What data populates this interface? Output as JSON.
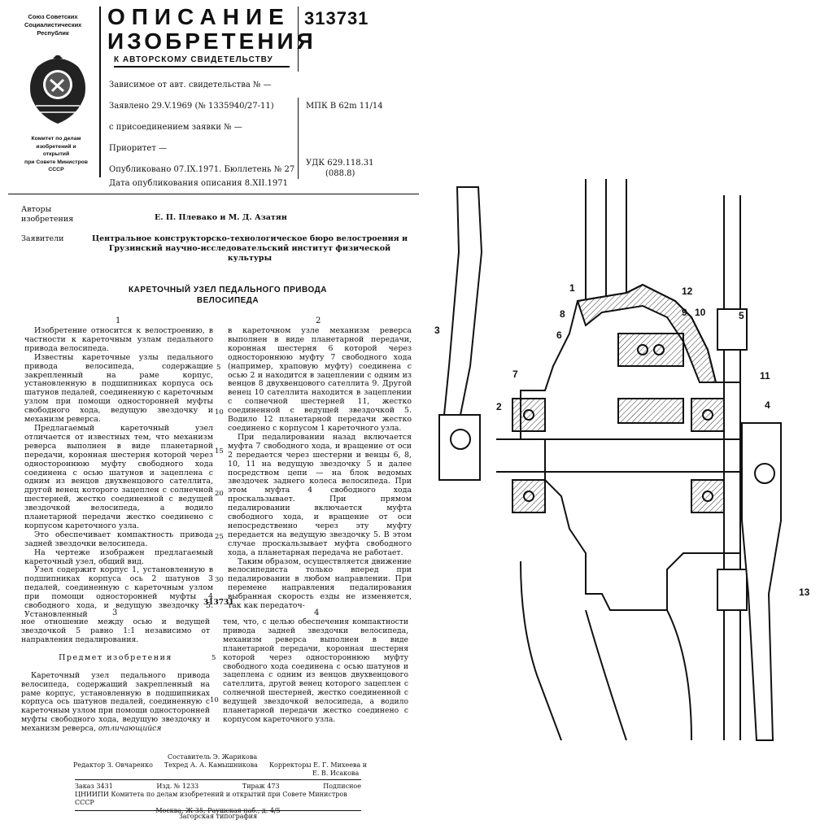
{
  "header": {
    "org_line1": "Союз Советских",
    "org_line2": "Социалистических",
    "org_line3": "Республик",
    "title_line1": "ОПИСАНИЕ",
    "title_line2": "ИЗОБРЕТЕНИЯ",
    "subtitle": "К АВТОРСКОМУ СВИДЕТЕЛЬСТВУ",
    "patent_number": "313731",
    "committee_line1": "Комитет по делам",
    "committee_line2": "изобретений и открытий",
    "committee_line3": "при Совете Министров",
    "committee_line4": "СССР"
  },
  "meta": {
    "dependent": "Зависимое от авт. свидетельства № —",
    "filed": "Заявлено 29.V.1969 (№ 1335940/27-11)",
    "attached": "с присоединением заявки № —",
    "priority": "Приоритет —",
    "published": "Опубликовано 07.IX.1971. Бюллетень № 27",
    "desc_date": "Дата опубликования описания 8.XII.1971",
    "mpk": "МПК B 62m 11/14",
    "udk_line1": "УДК 629.118.31",
    "udk_line2": "(088.8)"
  },
  "authors": {
    "label_line1": "Авторы",
    "label_line2": "изобретения",
    "names": "Е. П. Плевако и М. Д. Азатян",
    "applicants_label": "Заявители",
    "applicants_line1": "Центральное конструкторско-технологическое бюро велостроения и",
    "applicants_line2": "Грузинский научно-исследовательский институт физической",
    "applicants_line3": "культуры"
  },
  "doc_title_line1": "КАРЕТОЧНЫЙ УЗЕЛ ПЕДАЛЬНОГО ПРИВОДА",
  "doc_title_line2": "ВЕЛОСИПЕДА",
  "page1": {
    "col1_num": "1",
    "col2_num": "2",
    "col1": [
      "Изобретение относится к велостроению, в частности к кареточным узлам педального привода велосипеда.",
      "Известны кареточные узлы педального привода велосипеда, содержащие закрепленный на раме корпус, установленную в подшипниках корпуса ось шатунов педалей, соединенную с кареточным узлом при помощи односторонней муфты свободного хода, ведущую звездочку и механизм реверса.",
      "Предлагаемый кареточный узел отличается от известных тем, что механизм реверса выполнен в виде планетарной передачи, коронная шестерня которой через одностороннюю муфту свободного хода соединена с осью шатунов и зацеплена с одним из венцов двухвенцового сателлита, другой венец которого зацеплен с солнечной шестерней, жестко соединенной с ведущей звездочкой велосипеда, а водило планетарной передачи жестко соединено с корпусом кареточного узла.",
      "Это обеспечивает компактность привода задней звездочки велосипеда.",
      "На чертеже изображен предлагаемый кареточный узел, общий вид.",
      "Узел содержит корпус 1, установленную в подшипниках корпуса ось 2 шатунов 3 педалей, соединенную с кареточным узлом при помощи односторонней муфты 4 свободного хода, и ведущую звездочку 5. Установленный"
    ],
    "col2": [
      "в кареточном узле механизм реверса выполнен в виде планетарной передачи, коронная шестерня 6 которой через одностороннюю муфту 7 свободного хода (например, храповую муфту) соединена с осью 2 и находится в зацеплении с одним из венцов 8 двухвенцового сателлита 9. Другой венец 10 сателлита находится в зацеплении с солнечной шестерней 11, жестко соединенной с ведущей звездочкой 5. Водило 12 планетарной передачи жестко соединено с корпусом 1 кареточного узла.",
      "При педалировании назад включается муфта 7 свободного хода, и вращение от оси 2 передается через шестерни и венцы 6, 8, 10, 11 на ведущую звездочку 5 и далее посредством цепи — на блок ведомых звездочек заднего колеса велосипеда. При этом муфта 4 свободного хода проскальзывает. При прямом педалировании включается муфта свободного хода, и вращение от оси непосредственно через эту муфту передается на ведущую звездочку 5. В этом случае проскальзывает муфта свободного хода, а планетарная передача не работает.",
      "Таким образом, осуществляется движение велосипедиста только вперед при педалировании в любом направлении. При перемене направления педалирования выбранная скорость езды не изменяется, так как передаточ-"
    ],
    "line_numbers": [
      "5",
      "10",
      "15",
      "20",
      "25",
      "30"
    ]
  },
  "page2": {
    "number": "313731",
    "col3_num": "3",
    "col4_num": "4",
    "col3_text": "ное отношение между осью и ведущей звездочкой 5 равно 1:1 независимо от направления педалирования.",
    "claims_heading": "Предмет изобретения",
    "claims_text": "Кареточный узел педального привода велосипеда, содержащий закрепленный на раме корпус, установленную в подшипниках корпуса ось шатунов педалей, соединенную с кареточным узлом при помощи односторонней муфты свободного хода, ведущую звездочку и механизм реверса,",
    "claims_emph": "отличающийся",
    "col4_text": "тем, что, с целью обеспечения компактности привода задней звездочки велосипеда, механизм реверса выполнен в виде планетарной передачи, коронная шестерня которой через одностороннюю муфту свободного хода соединена с осью шатунов и зацеплена с одним из венцов двухвенцового сателлита, другой венец которого зацеплен с солнечной шестерней, жестко соединенной с ведущей звездочкой велосипеда, а водило планетарной передачи жестко соединено с корпусом кареточного узла.",
    "line_numbers": [
      "5",
      "10"
    ]
  },
  "footer": {
    "compiler": "Составитель Э. Жарикова",
    "editor": "Редактор З. Овчаренко",
    "tech": "Техред А. А. Камышникова",
    "correctors": "Корректоры Е. Г. Михеева и",
    "corrector2": "Е. В. Исакова",
    "order": "Заказ 3431",
    "izd": "Изд. № 1233",
    "tirazh": "Тираж 473",
    "podp": "Подписное",
    "cniipi": "ЦНИИПИ Комитета по делам изобретений и открытий при Совете Министров СССР",
    "address": "Москва, Ж-35, Раушская наб., д. 4/5",
    "typography": "Загорская типография"
  },
  "drawing": {
    "labels": [
      "1",
      "12",
      "5",
      "8",
      "9",
      "10",
      "3",
      "6",
      "11",
      "7",
      "2",
      "4",
      "13"
    ],
    "colors": {
      "ink": "#111111",
      "hatch": "#333333",
      "paper": "#ffffff"
    }
  }
}
